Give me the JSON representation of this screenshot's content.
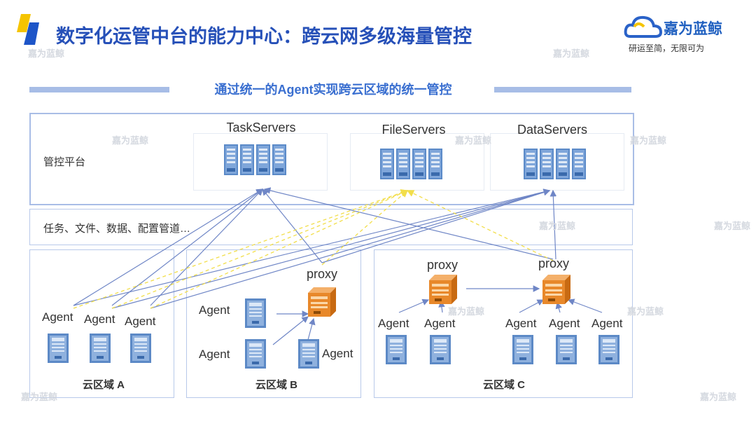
{
  "header": {
    "title": "数字化运管中台的能力中心：跨云网多级海量管控",
    "brand_name": "嘉为蓝鲸",
    "brand_slogan": "研运至简，无限可为"
  },
  "subtitle": "通过统一的Agent实现跨云区域的统一管控",
  "platform": {
    "label": "管控平台",
    "servers": [
      "TaskServers",
      "FileServers",
      "DataServers"
    ]
  },
  "channel_label": "任务、文件、数据、配置管道…",
  "zones": {
    "a": {
      "name": "云区域 A",
      "agents": [
        "Agent",
        "Agent",
        "Agent"
      ]
    },
    "b": {
      "name": "云区域 B",
      "agents": [
        "Agent",
        "Agent",
        "Agent"
      ],
      "proxy": "proxy"
    },
    "c": {
      "name": "云区域 C",
      "agents": [
        "Agent",
        "Agent",
        "Agent",
        "Agent",
        "Agent"
      ],
      "proxies": [
        "proxy",
        "proxy"
      ]
    }
  },
  "watermark": "嘉为蓝鲸",
  "colors": {
    "title": "#2650b8",
    "accent": "#3a6fd0",
    "line": "#6f86c6",
    "dashed": "#f2de4a",
    "proxy": "#e88b2e"
  }
}
